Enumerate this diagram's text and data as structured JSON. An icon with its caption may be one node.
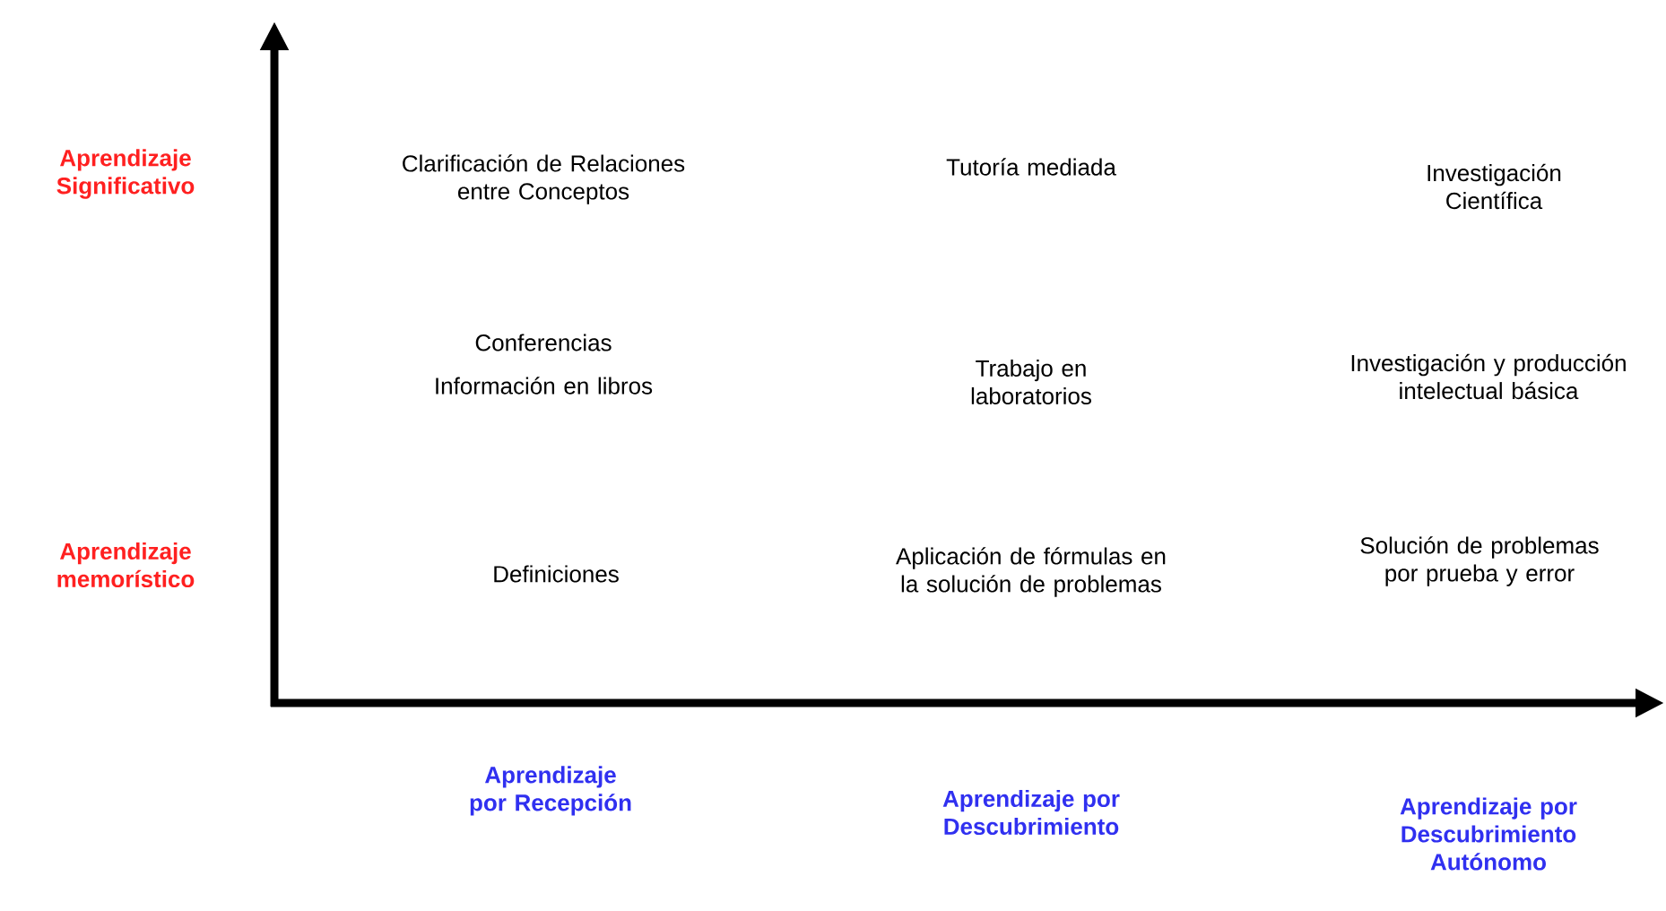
{
  "diagram": {
    "labels": [
      "Aprendizaje Significativo",
      "Clarificación de Relaciones entre Conceptos",
      "Tutoría mediada",
      "Investigación Científica",
      "Conferencias",
      "Información en libros",
      "Trabajo en laboratorios",
      "Investigación y producción intelectual básica",
      "Aprendizaje memorístico",
      "Definiciones",
      "Aplicación de fórmulas en la solución de problemas",
      "Solución de problemas por prueba y error",
      "Aprendizaje por Recepción",
      "Aprendizaje por Descubrimiento",
      "Aprendizaje por Descubrimiento Autónomo"
    ]
  }
}
